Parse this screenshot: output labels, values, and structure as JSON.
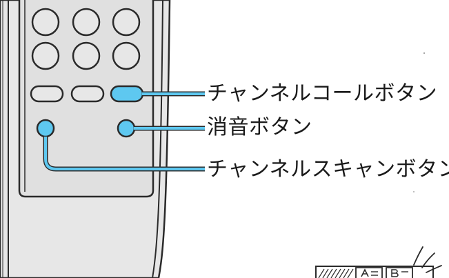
{
  "labels": {
    "channel_call_button": "チャンネルコールボタン",
    "mute_button": "消音ボタン",
    "channel_scan_button": "チャンネルスキャンボタン"
  },
  "colors": {
    "accent": "#5ec8f0",
    "accent_outline": "#2a2a2a",
    "remote_body": "#e7e7e7",
    "remote_face": "#d9d9d9",
    "outline": "#2a2a2a",
    "text": "#1a1a1a"
  },
  "icons": {
    "remote": "remote-control-icon",
    "tv_corner": "tv-set-icon",
    "sound_waves": "sound-waves-icon"
  }
}
